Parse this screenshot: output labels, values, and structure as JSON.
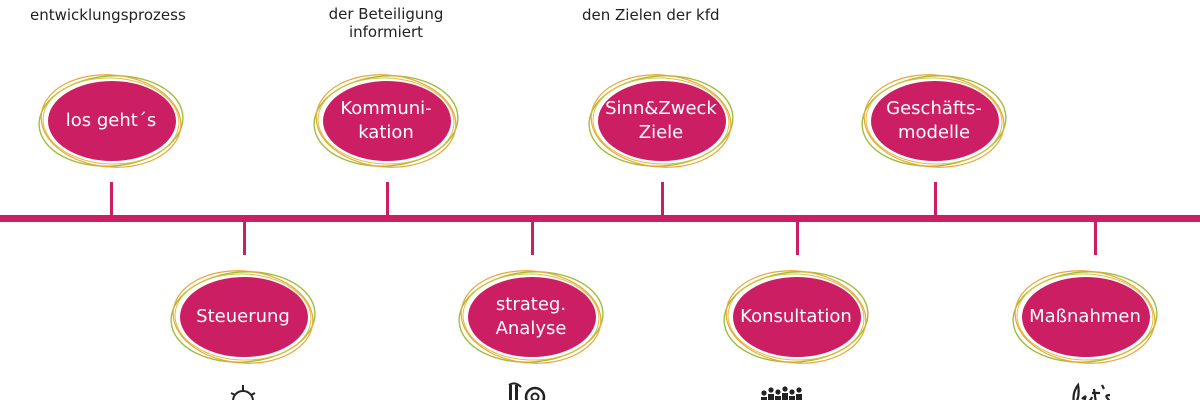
{
  "top_texts": {
    "t1": "entwicklungsprozess",
    "t2": "der Beteiligung\ninformiert",
    "t3": "den Zielen der kfd"
  },
  "milestones": {
    "los_gehts": "los geht´s",
    "kommunikation": "Kommuni-\nkation",
    "sinn_zweck": "Sinn&Zweck\nZiele",
    "geschaeftsmodelle": "Geschäfts-\nmodelle",
    "steuerung": "Steuerung",
    "strateg_analyse": "strateg.\nAnalyse",
    "konsultation": "Konsultation",
    "massnahmen": "Maßnahmen"
  },
  "colors": {
    "magenta": "#cc1f63",
    "ring_green": "#9dc03a",
    "ring_orange": "#f0a33a",
    "text_dark": "#222222"
  },
  "icons": {
    "steuerung": "ship-wheel-icon",
    "strateg_analyse": "analysis-icon",
    "konsultation": "crowd-icon",
    "massnahmen": "lets-handwriting-icon"
  }
}
